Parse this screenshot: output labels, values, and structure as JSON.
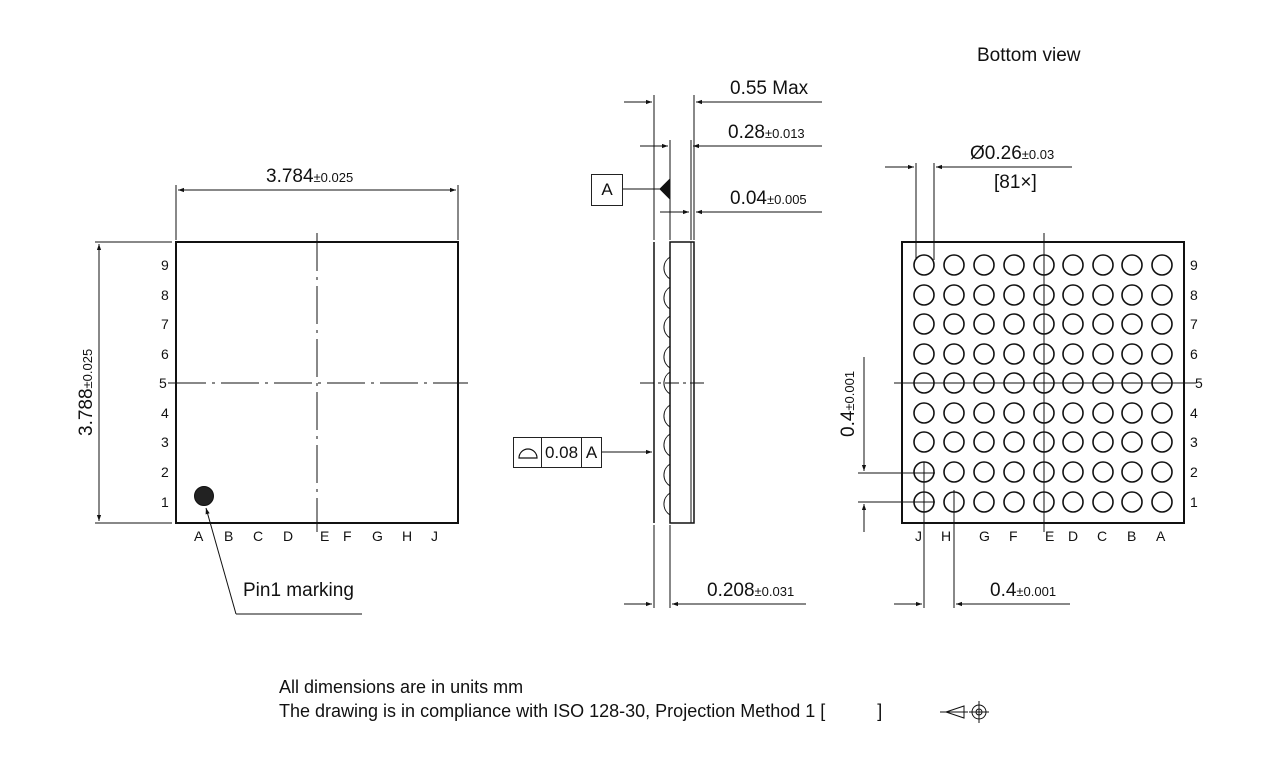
{
  "top_view": {
    "width_dim": {
      "value": "3.784",
      "tol": "±0.025"
    },
    "height_dim": {
      "value": "3.788",
      "tol": "±0.025"
    },
    "row_labels": [
      "9",
      "8",
      "7",
      "6",
      "5",
      "4",
      "3",
      "2",
      "1"
    ],
    "col_labels": [
      "A",
      "B",
      "C",
      "D",
      "E",
      "F",
      "G",
      "H",
      "J"
    ],
    "pin1_label": "Pin1 marking"
  },
  "side_view": {
    "max_height": "0.55 Max",
    "body_thickness": {
      "value": "0.28",
      "tol": "±0.013"
    },
    "substrate": {
      "value": "0.04",
      "tol": "±0.005"
    },
    "ball_height": {
      "value": "0.208",
      "tol": "±0.031"
    },
    "datum": "A",
    "gdt": {
      "symbol": "profile-of-surface",
      "value": "0.08",
      "datum": "A"
    }
  },
  "bottom_view": {
    "title": "Bottom view",
    "ball_dia": {
      "value": "Ø0.26",
      "tol": "±0.03",
      "count": "[81×]"
    },
    "pitch_v": {
      "value": "0.4",
      "tol": "±0.001"
    },
    "pitch_h": {
      "value": "0.4",
      "tol": "±0.001"
    },
    "row_labels": [
      "9",
      "8",
      "7",
      "6",
      "5",
      "4",
      "3",
      "2",
      "1"
    ],
    "col_labels": [
      "J",
      "H",
      "G",
      "F",
      "E",
      "D",
      "C",
      "B",
      "A"
    ]
  },
  "notes": {
    "line1": "All dimensions are in units mm",
    "line2": "The drawing is in compliance with ISO 128-30, Projection Method 1 [",
    "line2_end": "]"
  }
}
